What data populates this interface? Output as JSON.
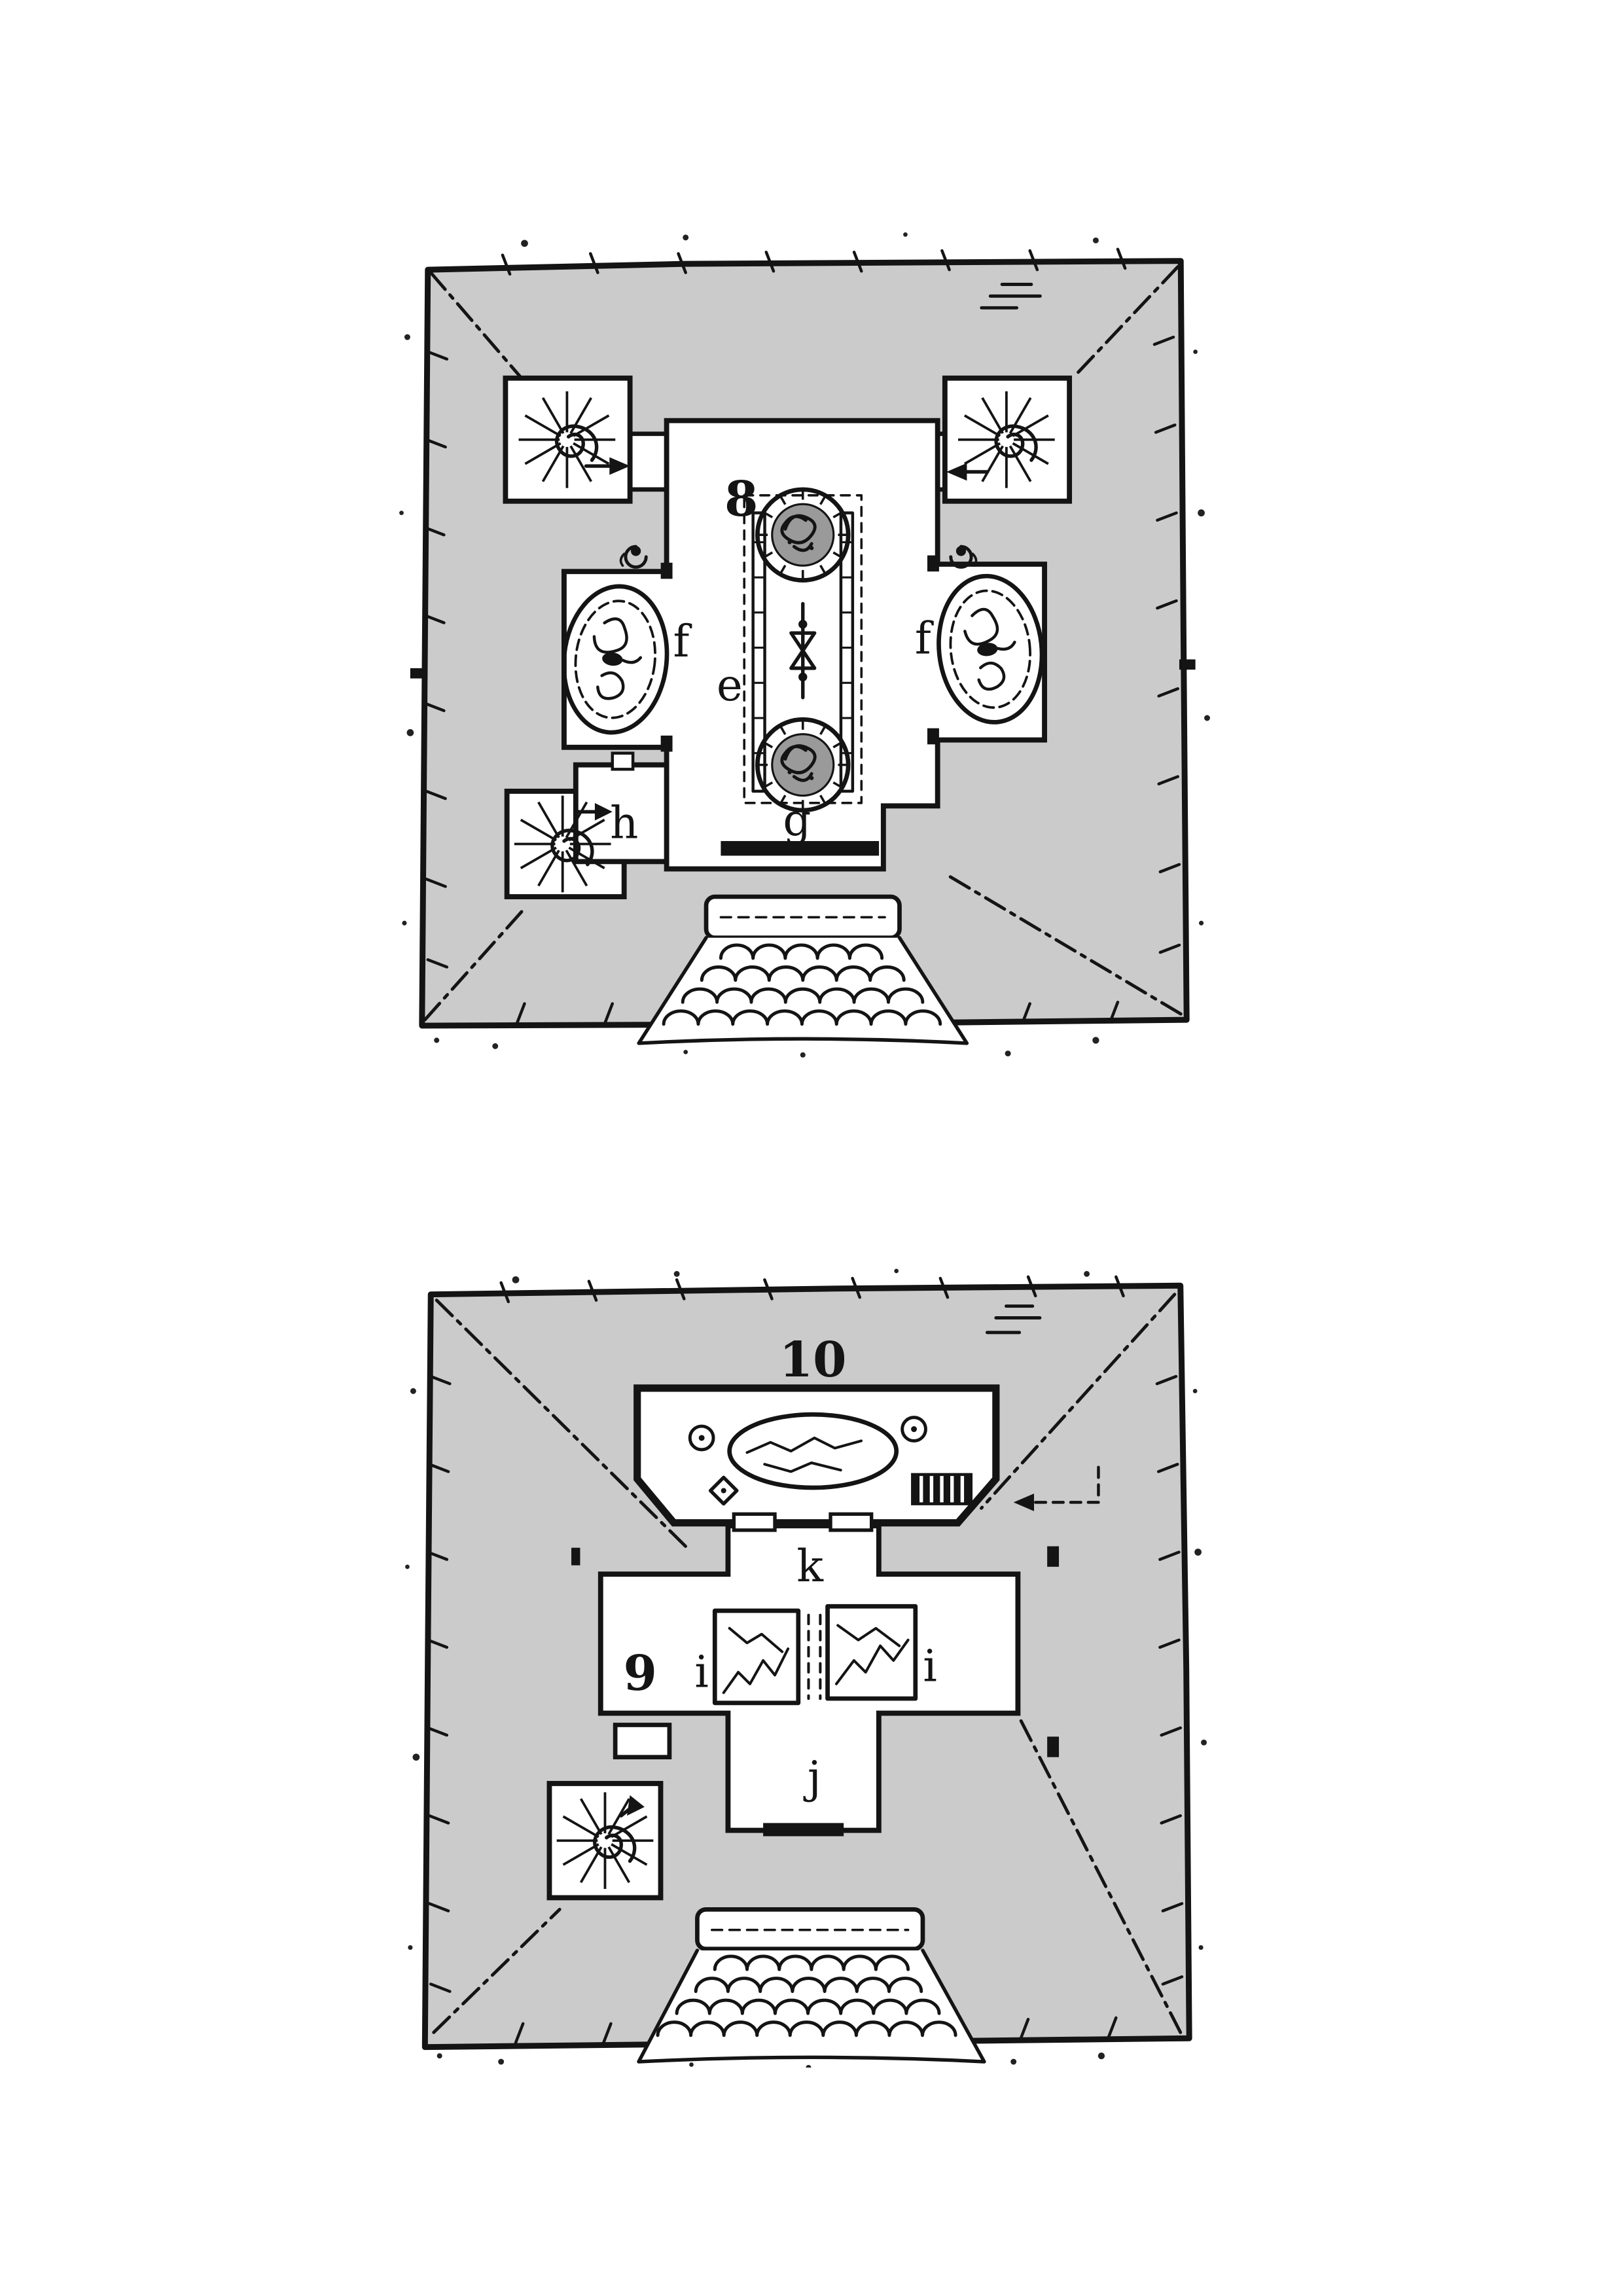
{
  "palette": {
    "page_bg": "#ffffff",
    "roof_gray": "#cbcbcb",
    "ink": "#141414",
    "mosaic_fill": "#9a9a9a",
    "room_white": "#ffffff"
  },
  "upper_map": {
    "floor_number": "8",
    "room_labels": {
      "e": "e",
      "f_left": "f",
      "f_right": "f",
      "g": "g",
      "h": "h"
    },
    "features": [
      "spiral-stair-top-left",
      "spiral-stair-top-right",
      "spiral-stair-bottom-left",
      "pool-left",
      "pool-right",
      "mosaic-circle-top",
      "mosaic-circle-bottom",
      "shrine",
      "entrance-steps"
    ]
  },
  "lower_map": {
    "floor_number_main": "9",
    "floor_number_top": "10",
    "room_labels": {
      "i_left": "i",
      "i_right": "i",
      "j": "j",
      "k": "k"
    },
    "features": [
      "oval-table",
      "spiral-stair-bottom-left",
      "stair-icon",
      "cross-hall",
      "entrance-steps"
    ]
  }
}
